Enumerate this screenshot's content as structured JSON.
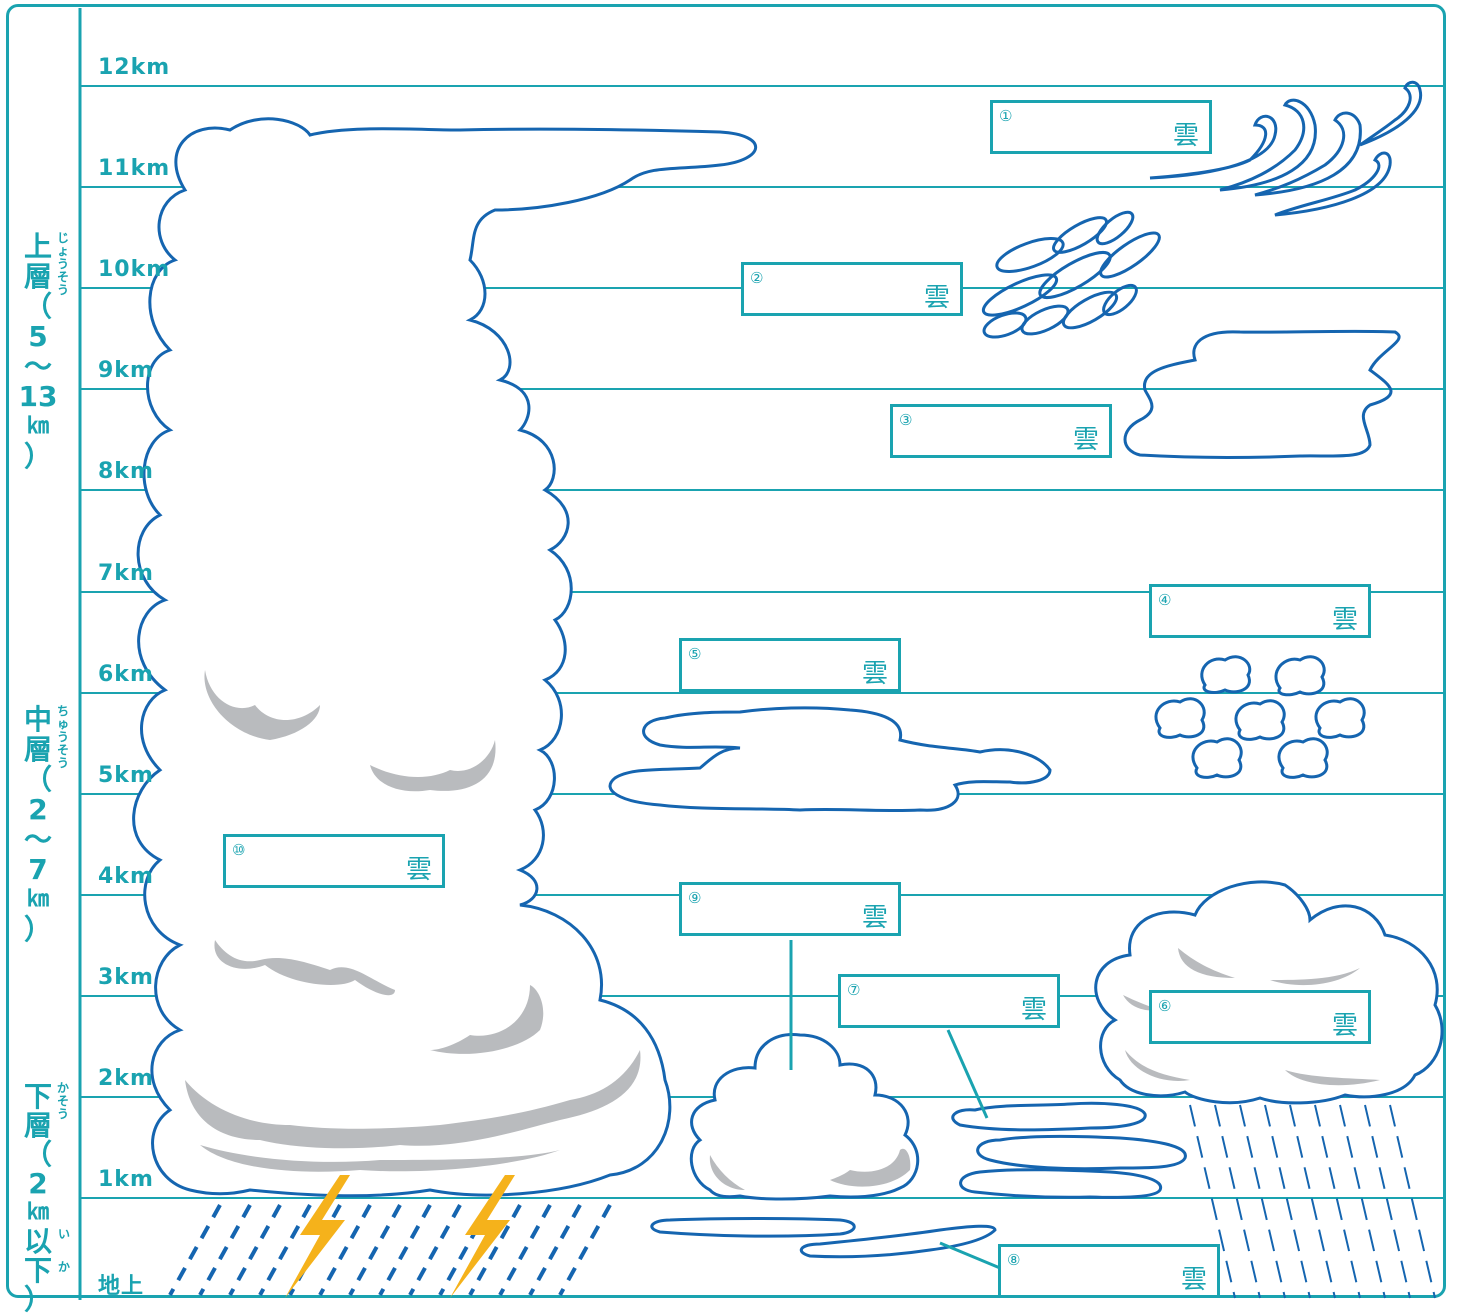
{
  "altitudes": [
    "12km",
    "11km",
    "10km",
    "9km",
    "8km",
    "7km",
    "6km",
    "5km",
    "4km",
    "3km",
    "2km",
    "1km",
    "地上"
  ],
  "bands": [
    {
      "label": "上層（5〜13㎞）",
      "kanji": "上",
      "chars": [
        "層",
        "（",
        "5",
        "〜",
        "13",
        "㎞",
        "）"
      ],
      "ruby": "じょうそう"
    },
    {
      "label": "中層（2〜7㎞）",
      "kanji": "中",
      "chars": [
        "層",
        "（",
        "2",
        "〜",
        "7",
        "㎞",
        "）"
      ],
      "ruby": "ちゅうそう"
    },
    {
      "label": "下層（2㎞以下）",
      "kanji": "下",
      "chars": [
        "層",
        "（",
        "2",
        "㎞",
        "以",
        "下",
        "）"
      ],
      "ruby": "かそう"
    }
  ],
  "ruby_extra": {
    "i": "い",
    "ka": "か"
  },
  "boxes": [
    {
      "num": "①",
      "kanji": "雲"
    },
    {
      "num": "②",
      "kanji": "雲"
    },
    {
      "num": "③",
      "kanji": "雲"
    },
    {
      "num": "④",
      "kanji": "雲"
    },
    {
      "num": "⑤",
      "kanji": "雲"
    },
    {
      "num": "⑥",
      "kanji": "雲"
    },
    {
      "num": "⑦",
      "kanji": "雲"
    },
    {
      "num": "⑧",
      "kanji": "雲"
    },
    {
      "num": "⑨",
      "kanji": "雲"
    },
    {
      "num": "⑩",
      "kanji": "雲"
    }
  ],
  "colors": {
    "teal": "#1aa3b0",
    "cloud_outline": "#1565b0",
    "shadow": "#b9bbbe",
    "lightning": "#f5b21b",
    "rain": "#1565b0"
  }
}
